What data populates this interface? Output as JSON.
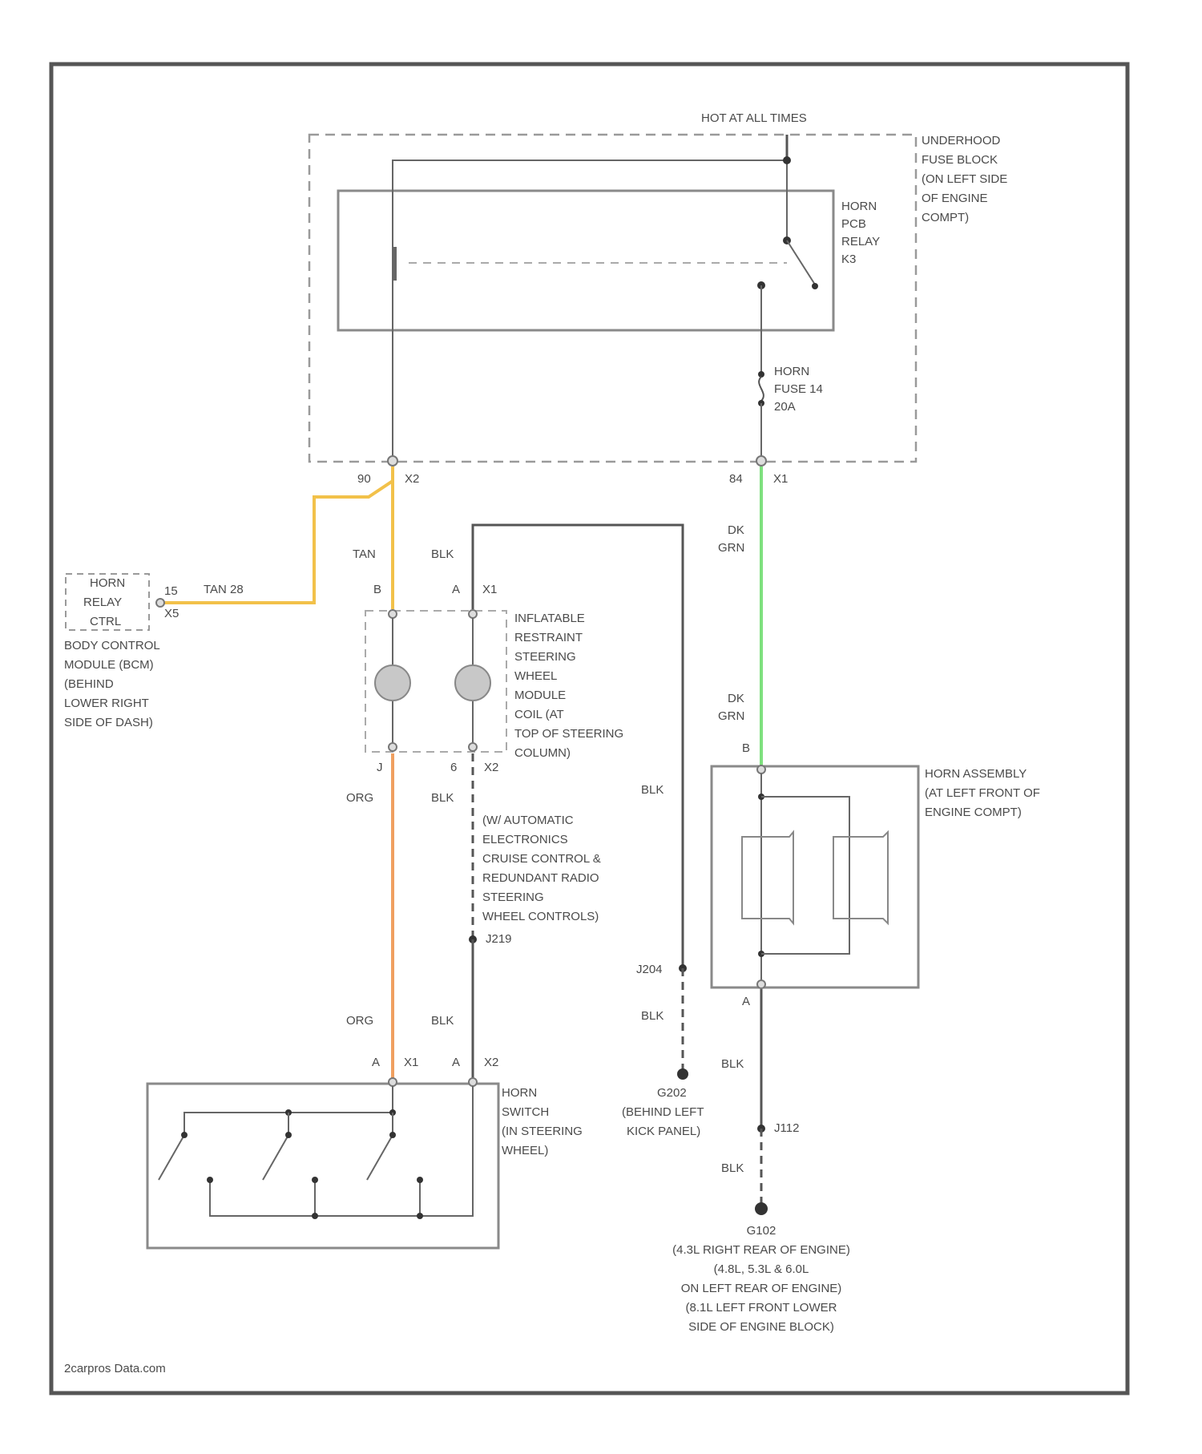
{
  "colors": {
    "tan_wire": "#f2c14a",
    "org_wire": "#f0a060",
    "dkgrn_wire": "#7ee07e",
    "frame": "#555555"
  },
  "labels": {
    "hot": "HOT AT ALL TIMES",
    "fuse_block": [
      "UNDERHOOD",
      "FUSE BLOCK",
      "(ON LEFT SIDE",
      "OF ENGINE",
      "COMPT)"
    ],
    "horn_relay": [
      "HORN",
      "PCB",
      "RELAY",
      "K3"
    ],
    "horn_fuse": [
      "HORN",
      "FUSE 14",
      "20A"
    ],
    "pin_x2": "X2",
    "pin_x2_num": "90",
    "pin_x1": "X1",
    "pin_x1_num": "84",
    "tan": "TAN",
    "blk_top": "BLK",
    "dk_grn_1": [
      "DK",
      "GRN"
    ],
    "dk_grn_2": [
      "DK",
      "GRN"
    ],
    "pin_b": "B",
    "pin_a": "A",
    "pin_x1b": "X1",
    "bcm_relay": [
      "HORN",
      "RELAY",
      "CTRL"
    ],
    "bcm_pin_top": "15",
    "bcm_pin_bot": "X5",
    "bcm_wire": "TAN  28",
    "bcm": [
      "BODY CONTROL",
      "MODULE (BCM)",
      "(BEHIND",
      "LOWER RIGHT",
      "SIDE OF DASH)"
    ],
    "sir_coil": [
      "INFLATABLE",
      "RESTRAINT",
      "STEERING",
      "WHEEL",
      "MODULE",
      "COIL (AT",
      "TOP OF STEERING",
      "COLUMN)"
    ],
    "coil_pin_j": "J",
    "coil_pin_6": "6",
    "coil_x2": "X2",
    "org_1": "ORG",
    "blk_mid": "BLK",
    "blk_right": "BLK",
    "option": [
      "(W/ AUTOMATIC",
      "ELECTRONICS",
      "CRUISE CONTROL &",
      "REDUNDANT RADIO",
      "STEERING",
      "WHEEL CONTROLS)",
      "J219"
    ],
    "horn_assembly": [
      "HORN ASSEMBLY",
      "(AT LEFT FRONT OF",
      "ENGINE COMPT)"
    ],
    "horn_pin_b": "B",
    "horn_pin_a": "A",
    "j204": "J204",
    "blk_g": "BLK",
    "g202": [
      "G202",
      "(BEHIND LEFT",
      "KICK PANEL)"
    ],
    "blk_horn": "BLK",
    "j112": "J112",
    "blk_bottom": "BLK",
    "org_2": "ORG",
    "blk_sw": "BLK",
    "sw_pin_a1": "A",
    "sw_x1": "X1",
    "sw_pin_a2": "A",
    "sw_x2": "X2",
    "horn_switch": [
      "HORN",
      "SWITCH",
      "(IN STEERING",
      "WHEEL)"
    ],
    "g102": [
      "G102",
      "(4.3L RIGHT REAR OF ENGINE)",
      "(4.8L, 5.3L & 6.0L",
      "ON LEFT REAR OF ENGINE)",
      "(8.1L LEFT FRONT LOWER",
      "SIDE OF ENGINE BLOCK)"
    ],
    "watermark": "2carpros Data.com"
  }
}
